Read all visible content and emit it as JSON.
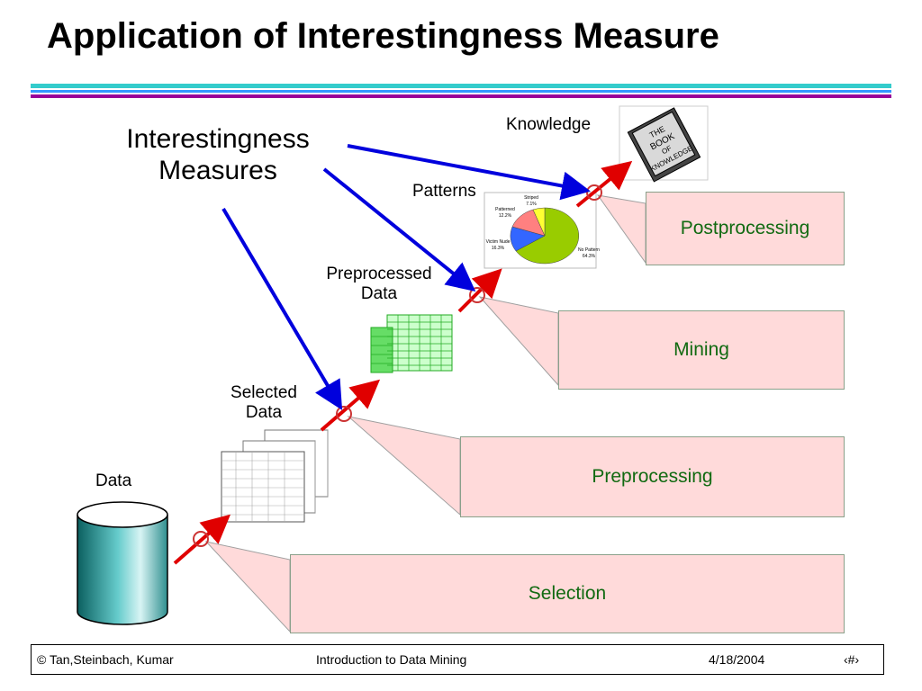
{
  "slide": {
    "title": "Application of Interestingness Measure",
    "measures_label_line1": "Interestingness",
    "measures_label_line2": "Measures"
  },
  "artifacts": {
    "knowledge": "Knowledge",
    "patterns": "Patterns",
    "preprocessed_line1": "Preprocessed",
    "preprocessed_line2": "Data",
    "selected_line1": "Selected",
    "selected_line2": "Data",
    "data": "Data"
  },
  "stages": {
    "postprocessing": "Postprocessing",
    "mining": "Mining",
    "preprocessing": "Preprocessing",
    "selection": "Selection"
  },
  "book": {
    "line1": "THE",
    "line2": "BOOK",
    "line3": "OF",
    "line4": "KNOWLEDGE"
  },
  "pie": {
    "slices": [
      {
        "label": "No Pattern",
        "value": "64.3%",
        "color": "#99cc00"
      },
      {
        "label": "Victim Nude",
        "value": "16.3%",
        "color": "#3366ff"
      },
      {
        "label": "Patterned",
        "value": "12.2%",
        "color": "#ff8080"
      },
      {
        "label": "Striped",
        "value": "7.1%",
        "color": "#ffff33"
      }
    ]
  },
  "colors": {
    "arrow_red": "#e00000",
    "arrow_blue": "#0000dd",
    "callout_fill": "#ffdada",
    "stage_text": "#116a11"
  },
  "footer": {
    "authors": "© Tan,Steinbach, Kumar",
    "course": "Introduction to Data Mining",
    "date": "4/18/2004",
    "page": "‹#›"
  }
}
